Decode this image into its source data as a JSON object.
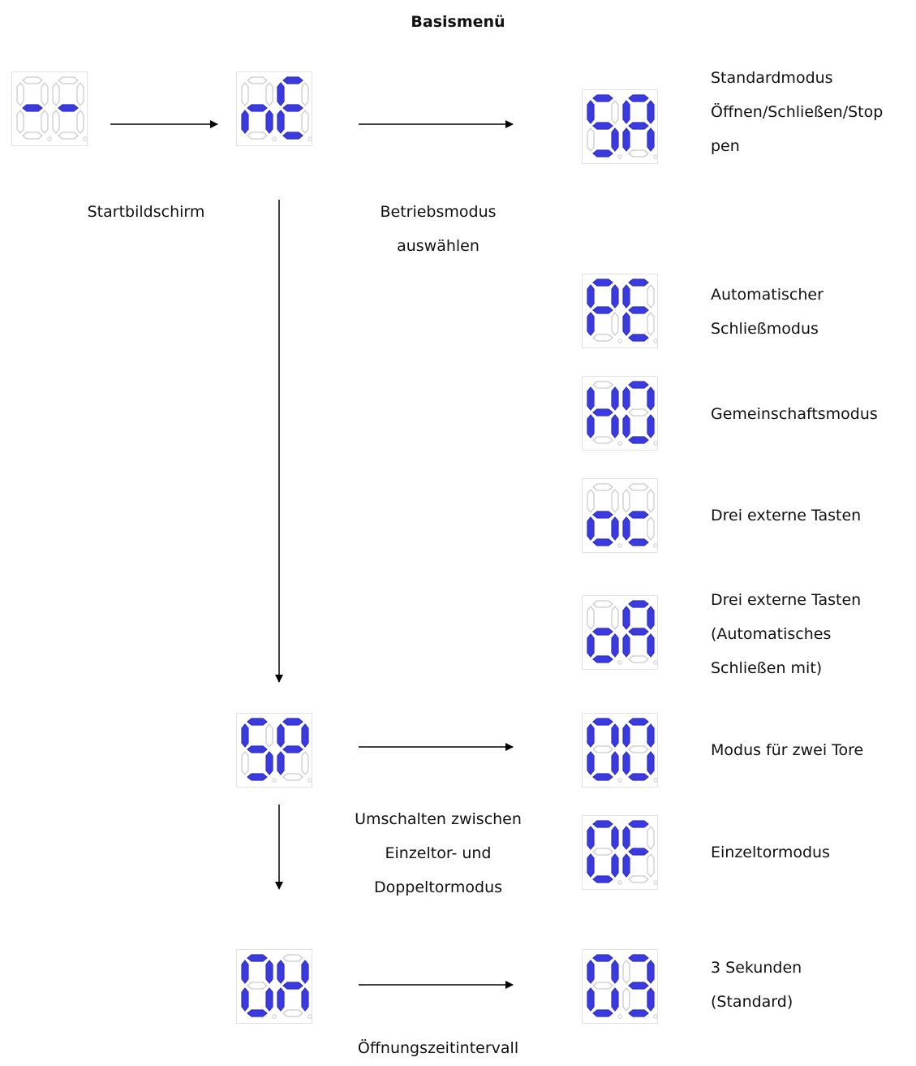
{
  "title": "Basismenü",
  "colors": {
    "segment_on": "#3a3adf",
    "segment_off": "#ffffff",
    "segment_off_stroke": "#c9c9c9",
    "arrow": "#000000"
  },
  "nodes": {
    "start": {
      "code": "--",
      "label": "Startbildschirm"
    },
    "mode": {
      "code": "nE",
      "label": "Betriebsmodus\nauswählen"
    },
    "sp": {
      "code": "SP",
      "label": "Umschalten zwischen\nEinzeltor- und\nDoppeltormodus"
    },
    "oh": {
      "code": "OH",
      "label": "Öffnungszeitintervall"
    }
  },
  "options": [
    {
      "code": "SA",
      "label": "Standardmodus\nÖffnen/Schließen/Stop\npen"
    },
    {
      "code": "PE",
      "label": "Automatischer\nSchließmodus"
    },
    {
      "code": "HO",
      "label": "Gemeinschaftsmodus"
    },
    {
      "code": "oc",
      "label": "Drei externe Tasten"
    },
    {
      "code": "oA",
      "label": "Drei externe Tasten\n(Automatisches\nSchließen mit)"
    },
    {
      "code": "OO",
      "label": "Modus für zwei Tore"
    },
    {
      "code": "OF",
      "label": "Einzeltormodus"
    },
    {
      "code": "O3",
      "label": "3 Sekunden\n(Standard)"
    }
  ]
}
